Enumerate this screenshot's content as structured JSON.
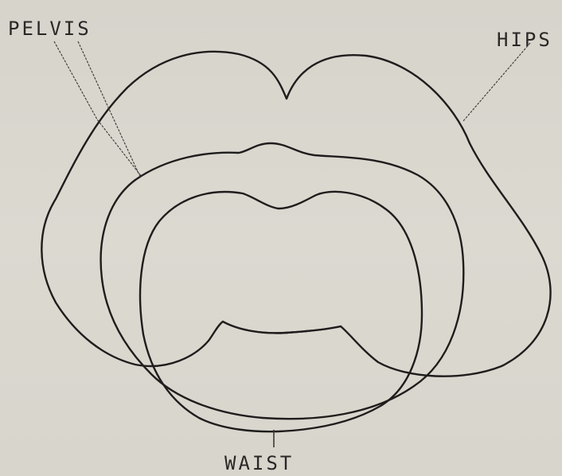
{
  "labels": {
    "pelvis": "PELVIS",
    "hips": "HIPS",
    "waist": "WAIST"
  },
  "colors": {
    "background": "#d8d6cd",
    "ink": "#1f1d1c"
  }
}
